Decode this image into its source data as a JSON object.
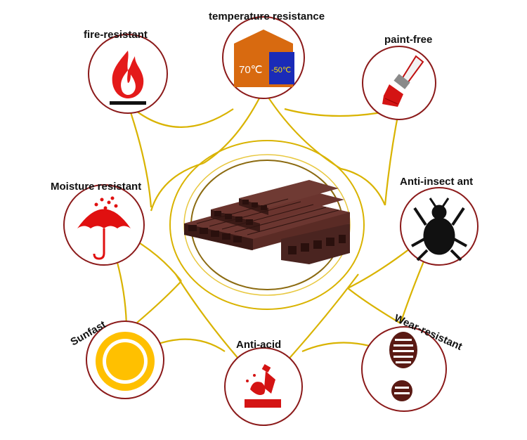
{
  "features": {
    "fire": "fire-resistant",
    "temperature": "temperature resistance",
    "paint": "paint-free",
    "moisture": "Moisture resistant",
    "insect": "Anti-insect ant",
    "sunfast": "Sunfast",
    "acid": "Anti-acid",
    "wear": "Wear-resistant"
  },
  "temperature_icon": {
    "hot": "70℃",
    "cold": "-50℃"
  },
  "icons": {
    "fire": "flame-icon",
    "temperature": "house-thermometer-icon",
    "paint": "paintbrush-icon",
    "moisture": "umbrella-icon",
    "insect": "bug-icon",
    "sunfast": "sun-icon",
    "acid": "acid-drop-icon",
    "wear": "shoe-print-icon"
  },
  "colors": {
    "connector": "#d9b300",
    "ring": "#7a1a1a",
    "board": "#4a2420",
    "accent_red": "#e01010"
  }
}
